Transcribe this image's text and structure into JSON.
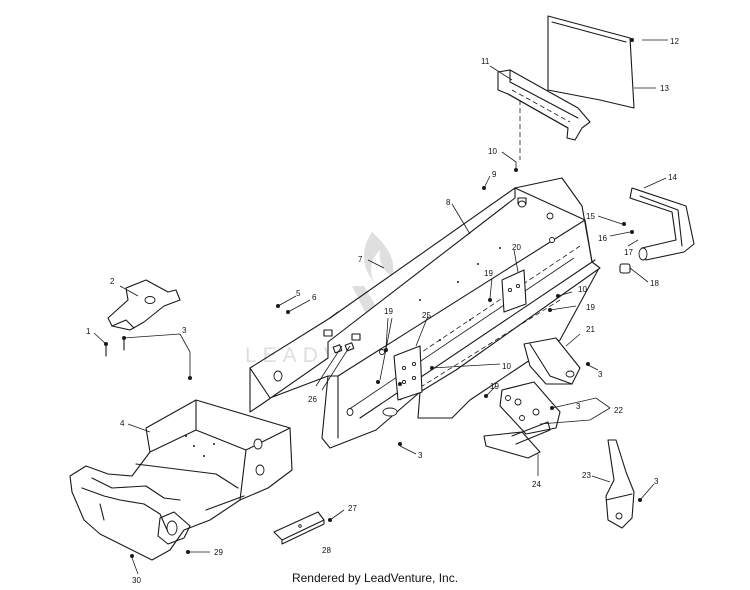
{
  "watermark": {
    "text": "LEADVENTURE"
  },
  "callouts": [
    {
      "id": "c1",
      "label": "1"
    },
    {
      "id": "c2",
      "label": "2"
    },
    {
      "id": "c3a",
      "label": "3"
    },
    {
      "id": "c3b",
      "label": "3"
    },
    {
      "id": "c3c",
      "label": "3"
    },
    {
      "id": "c3d",
      "label": "3"
    },
    {
      "id": "c3e",
      "label": "3"
    },
    {
      "id": "c4",
      "label": "4"
    },
    {
      "id": "c5",
      "label": "5"
    },
    {
      "id": "c6",
      "label": "6"
    },
    {
      "id": "c7",
      "label": "7"
    },
    {
      "id": "c8",
      "label": "8"
    },
    {
      "id": "c9",
      "label": "9"
    },
    {
      "id": "c10a",
      "label": "10"
    },
    {
      "id": "c10b",
      "label": "10"
    },
    {
      "id": "c10c",
      "label": "10"
    },
    {
      "id": "c11",
      "label": "11"
    },
    {
      "id": "c12",
      "label": "12"
    },
    {
      "id": "c13",
      "label": "13"
    },
    {
      "id": "c14",
      "label": "14"
    },
    {
      "id": "c15",
      "label": "15"
    },
    {
      "id": "c16",
      "label": "16"
    },
    {
      "id": "c17",
      "label": "17"
    },
    {
      "id": "c18",
      "label": "18"
    },
    {
      "id": "c19a",
      "label": "19"
    },
    {
      "id": "c19b",
      "label": "19"
    },
    {
      "id": "c19c",
      "label": "19"
    },
    {
      "id": "c19d",
      "label": "19"
    },
    {
      "id": "c20",
      "label": "20"
    },
    {
      "id": "c21",
      "label": "21"
    },
    {
      "id": "c22",
      "label": "22"
    },
    {
      "id": "c23",
      "label": "23"
    },
    {
      "id": "c24",
      "label": "24"
    },
    {
      "id": "c25",
      "label": "25"
    },
    {
      "id": "c26",
      "label": "26"
    },
    {
      "id": "c27",
      "label": "27"
    },
    {
      "id": "c28",
      "label": "28"
    },
    {
      "id": "c29",
      "label": "29"
    },
    {
      "id": "c30",
      "label": "30"
    }
  ],
  "footer": {
    "text": "Rendered by LeadVenture, Inc."
  }
}
